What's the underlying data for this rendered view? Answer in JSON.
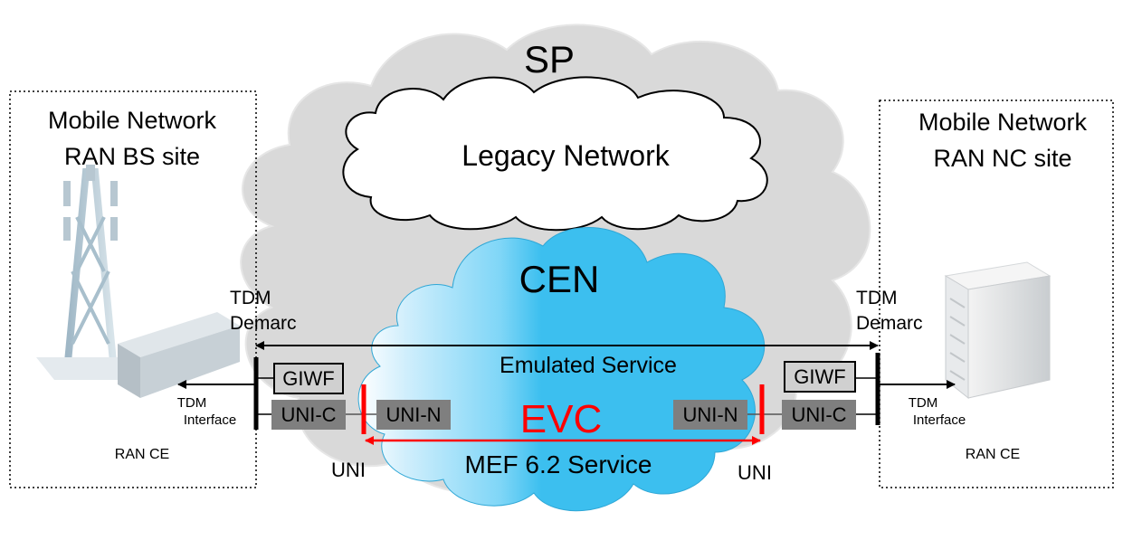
{
  "sp_label": "SP",
  "legacy_label": "Legacy Network",
  "cen_label": "CEN",
  "left_site": {
    "title_line1": "Mobile Network",
    "title_line2": "RAN BS site",
    "ce_label": "RAN CE",
    "tdm_interface_line1": "TDM",
    "tdm_interface_line2": "Interface",
    "demarc_line1": "TDM",
    "demarc_line2": "Demarc",
    "giwf": "GIWF",
    "uni_c": "UNI-C",
    "uni_n": "UNI-N",
    "uni": "UNI"
  },
  "right_site": {
    "title_line1": "Mobile Network",
    "title_line2": "RAN NC site",
    "ce_label": "RAN CE",
    "tdm_interface_line1": "TDM",
    "tdm_interface_line2": "Interface",
    "demarc_line1": "TDM",
    "demarc_line2": "Demarc",
    "giwf": "GIWF",
    "uni_c": "UNI-C",
    "uni_n": "UNI-N",
    "uni": "UNI"
  },
  "emulated_service": "Emulated Service",
  "evc": "EVC",
  "mef_service": "MEF 6.2 Service",
  "colors": {
    "sp_cloud": "#d9d9d9",
    "cen_cloud": "#3cbfef",
    "evc": "#ff0000",
    "uni_box": "#7f7f7f",
    "giwf_box": "#d0d0d0"
  }
}
